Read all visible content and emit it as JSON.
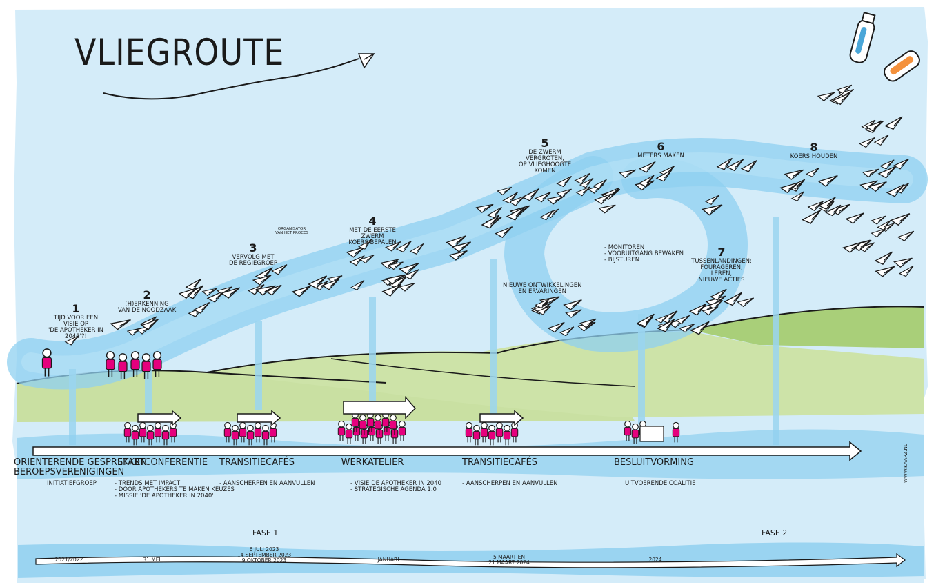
{
  "title": "VLIEGROUTE",
  "steps": [
    {
      "num": "1",
      "text": [
        "TIJD VOOR EEN",
        "VISIE OP",
        "'DE APOTHEKER IN 2040'?!"
      ]
    },
    {
      "num": "2",
      "text": [
        "(H)ERKENNING",
        "VAN DE NOODZAAK"
      ]
    },
    {
      "num": "3",
      "text": [
        "VERVOLG MET",
        "DE REGIEGROEP"
      ]
    },
    {
      "num": "4",
      "text": [
        "MET DE EERSTE ZWERM",
        "KOERS BEPALEN"
      ]
    },
    {
      "num": "5",
      "text": [
        "DE ZWERM VERGROTEN,",
        "OP VLIEGHOOGTE KOMEN"
      ]
    },
    {
      "num": "6",
      "text": [
        "METERS MAKEN"
      ]
    },
    {
      "num": "7",
      "text": [
        "TUSSENLANDINGEN:",
        "FOURAGEREN, LEREN,",
        "NIEUWE ACTIES"
      ]
    },
    {
      "num": "8",
      "text": [
        "KOERS HOUDEN"
      ]
    }
  ],
  "annotations": {
    "organisator": [
      "ORGANISATOR",
      "VAN HET PROCES"
    ],
    "monitor": [
      "- MONITOREN",
      "- VOORUITGANG BEWAKEN",
      "- BIJSTUREN"
    ],
    "nieuwe": [
      "NIEUWE ONTWIKKELINGEN",
      "EN ERVARINGEN"
    ]
  },
  "events": [
    {
      "label": [
        "ORIENTERENDE GESPREKKEN",
        "BEROEPSVERENIGINGEN"
      ],
      "notes": [
        "INITIATIEFGROEP"
      ]
    },
    {
      "label": [
        "STARTCONFERENTIE"
      ],
      "notes": [
        "- TRENDS MET IMPACT",
        "- DOOR APOTHEKERS TE MAKEN KEUZES",
        "- MISSIE 'DE APOTHEKER IN 2040'"
      ]
    },
    {
      "label": [
        "TRANSITIECAFÉS"
      ],
      "notes": [
        "- AANSCHERPEN EN AANVULLEN"
      ]
    },
    {
      "label": [
        "WERKATELIER"
      ],
      "notes": [
        "- VISIE DE APOTHEKER IN 2040",
        "- STRATEGISCHE AGENDA 1.0"
      ]
    },
    {
      "label": [
        "TRANSITIECAFÉS"
      ],
      "notes": [
        "- AANSCHERPEN EN AANVULLEN"
      ]
    },
    {
      "label": [
        "BESLUITVORMING"
      ],
      "notes": [
        "UITVOERENDE COALITIE"
      ]
    }
  ],
  "phases": [
    "FASE 1",
    "FASE 2"
  ],
  "timeline": [
    [
      "2021/2022"
    ],
    [
      "31 MEI"
    ],
    [
      "6 JULI 2023",
      "14 SEPTEMBER 2023",
      "9 OKTOBER 2023"
    ],
    [
      "JANUARI"
    ],
    [
      "5 MAART EN",
      "21 MAART 2024"
    ],
    [
      "2024"
    ]
  ],
  "credit": "WWW.KAAPZ.NL",
  "colors": {
    "sky": "#d4ecf9",
    "river": "#8fd0f0",
    "hill": "#c9e0a2",
    "hill_dark": "#a9cf79",
    "figure": "#e5007d",
    "ink": "#1a1a1a"
  }
}
